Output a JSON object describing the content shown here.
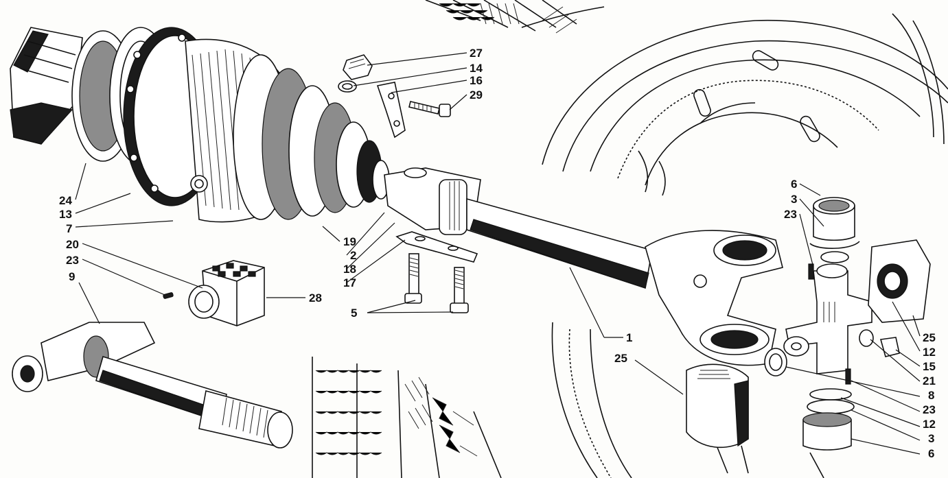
{
  "labels": {
    "l27": "27",
    "l14": "14",
    "l16": "16",
    "l29": "29",
    "l24": "24",
    "l13": "13",
    "l7": "7",
    "l20": "20",
    "l23a": "23",
    "l9": "9",
    "l19": "19",
    "l2": "2",
    "l18": "18",
    "l17": "17",
    "l28": "28",
    "l5": "5",
    "l1": "1",
    "l25a": "25",
    "l6a": "6",
    "l3a": "3",
    "l23b": "23",
    "l25b": "25",
    "l12a": "12",
    "l15": "15",
    "l21": "21",
    "l8": "8",
    "l23c": "23",
    "l12b": "12",
    "l3b": "3",
    "l6b": "6"
  },
  "icons": {
    "housing": "axle-housing-drawing",
    "boot": "bellows-boot-drawing",
    "shaft": "half-shaft-drawing",
    "cross": "universal-joint-cross-drawing",
    "wheel": "wheel-and-tyre-drawing"
  }
}
